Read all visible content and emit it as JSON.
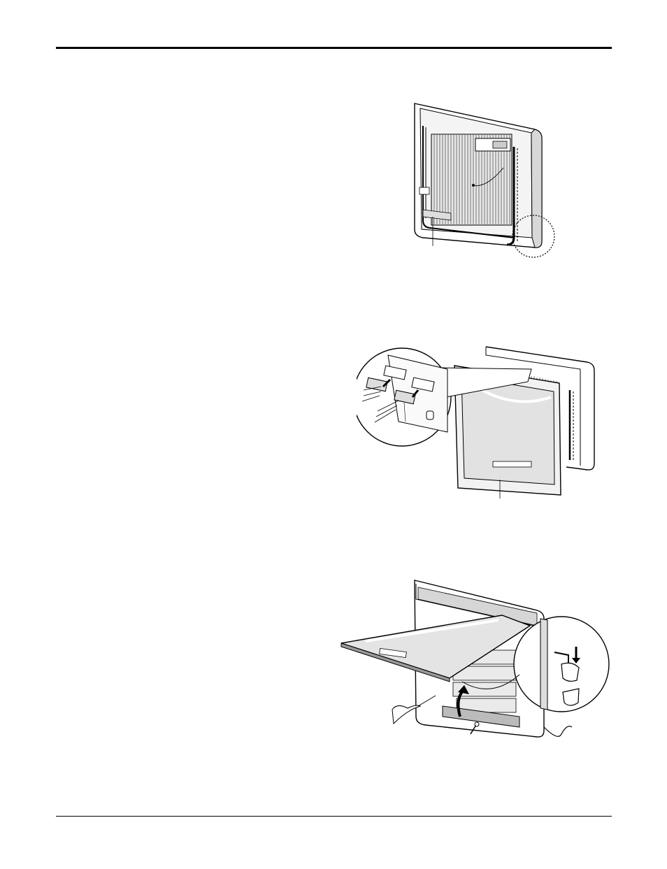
{
  "page": {
    "figures": [
      {
        "name": "unit-interior-view",
        "icon": "unit-interior-illustration"
      },
      {
        "name": "front-panel-connector-detail",
        "icon": "connector-disconnect-illustration"
      },
      {
        "name": "front-panel-hinge-detail",
        "icon": "panel-hinge-illustration"
      }
    ]
  },
  "colors": {
    "ink": "#000000",
    "panel_fill": "#e6e6e6",
    "panel_light": "#f2f2f2",
    "accent": "#bdbdbd"
  }
}
